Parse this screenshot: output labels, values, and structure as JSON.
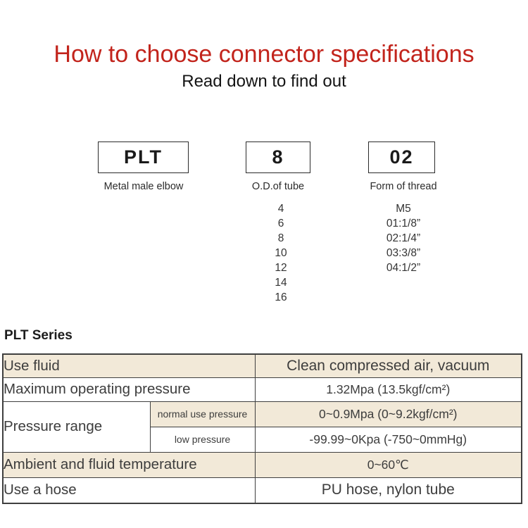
{
  "page": {
    "background": "#ffffff",
    "accent_red": "#c2241c",
    "band_beige": "#f2e9d8",
    "table_border": "#3f3f3f"
  },
  "header": {
    "title": "How to choose connector specifications",
    "subtitle": "Read down to find out"
  },
  "model_code": {
    "segments": [
      {
        "code": "PLT",
        "label": "Metal male elbow",
        "options": []
      },
      {
        "code": "8",
        "label": "O.D.of tube",
        "options": [
          "4",
          "6",
          "8",
          "10",
          "12",
          "14",
          "16"
        ]
      },
      {
        "code": "02",
        "label": "Form of thread",
        "options": [
          "M5",
          "01:1/8”",
          "02:1/4”",
          "03:3/8”",
          "04:1/2”"
        ]
      }
    ]
  },
  "series_heading": "PLT Series",
  "spec_table": {
    "rows": [
      {
        "label": "Use fluid",
        "value": "Clean compressed air, vacuum"
      },
      {
        "label": "Maximum operating pressure",
        "value": "1.32Mpa (13.5kgf/cm²)"
      },
      {
        "label": "Pressure range",
        "sub_rows": [
          {
            "sub_label": "normal use pressure",
            "value": "0~0.9Mpa (0~9.2kgf/cm²)"
          },
          {
            "sub_label": "low pressure",
            "value": "-99.99~0Kpa (-750~0mmHg)"
          }
        ]
      },
      {
        "label": "Ambient and fluid temperature",
        "value": "0~60℃"
      },
      {
        "label": "Use a hose",
        "value": "PU hose, nylon tube"
      }
    ]
  }
}
